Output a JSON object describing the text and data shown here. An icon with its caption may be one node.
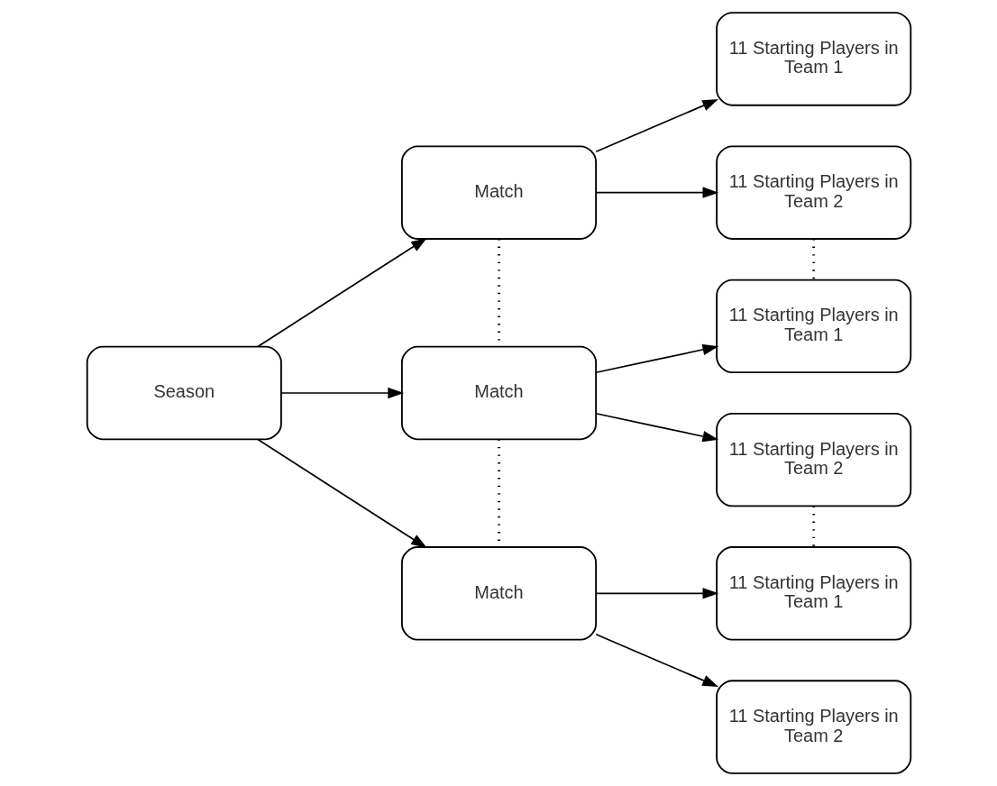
{
  "diagram": {
    "nodes": [
      {
        "text": [
          "Season"
        ]
      },
      {
        "text": [
          "Match"
        ]
      },
      {
        "text": [
          "Match"
        ]
      },
      {
        "text": [
          "Match"
        ]
      },
      {
        "text": [
          "11 Starting Players in Team 1"
        ]
      },
      {
        "text": [
          "11 Starting Players in Team 2"
        ]
      },
      {
        "text": [
          "11 Starting Players in Team 1"
        ]
      },
      {
        "text": [
          "11 Starting Players in Team 2"
        ]
      },
      {
        "text": [
          "11 Starting Players in Team 1"
        ]
      },
      {
        "text": [
          "11 Starting Players in Team 2"
        ]
      }
    ],
    "edges": [
      {
        "from": 0,
        "to": 1,
        "arrow": "to"
      },
      {
        "from": 0,
        "to": 2,
        "arrow": "to"
      },
      {
        "from": 0,
        "to": 3,
        "arrow": "to"
      },
      {
        "from": 1,
        "to": 4,
        "arrow": "to"
      },
      {
        "from": 1,
        "to": 5,
        "arrow": "to"
      },
      {
        "from": 2,
        "to": 6,
        "arrow": "to"
      },
      {
        "from": 2,
        "to": 7,
        "arrow": "to"
      },
      {
        "from": 3,
        "to": 8,
        "arrow": "to"
      },
      {
        "from": 3,
        "to": 9,
        "arrow": "to"
      },
      {
        "from": 1,
        "to": 2,
        "arrow": "none",
        "style": "dashed"
      },
      {
        "from": 2,
        "to": 3,
        "arrow": "none",
        "style": "dashed"
      },
      {
        "from": 5,
        "to": 6,
        "arrow": "none",
        "style": "dashed"
      },
      {
        "from": 7,
        "to": 8,
        "arrow": "none",
        "style": "dashed"
      }
    ]
  }
}
